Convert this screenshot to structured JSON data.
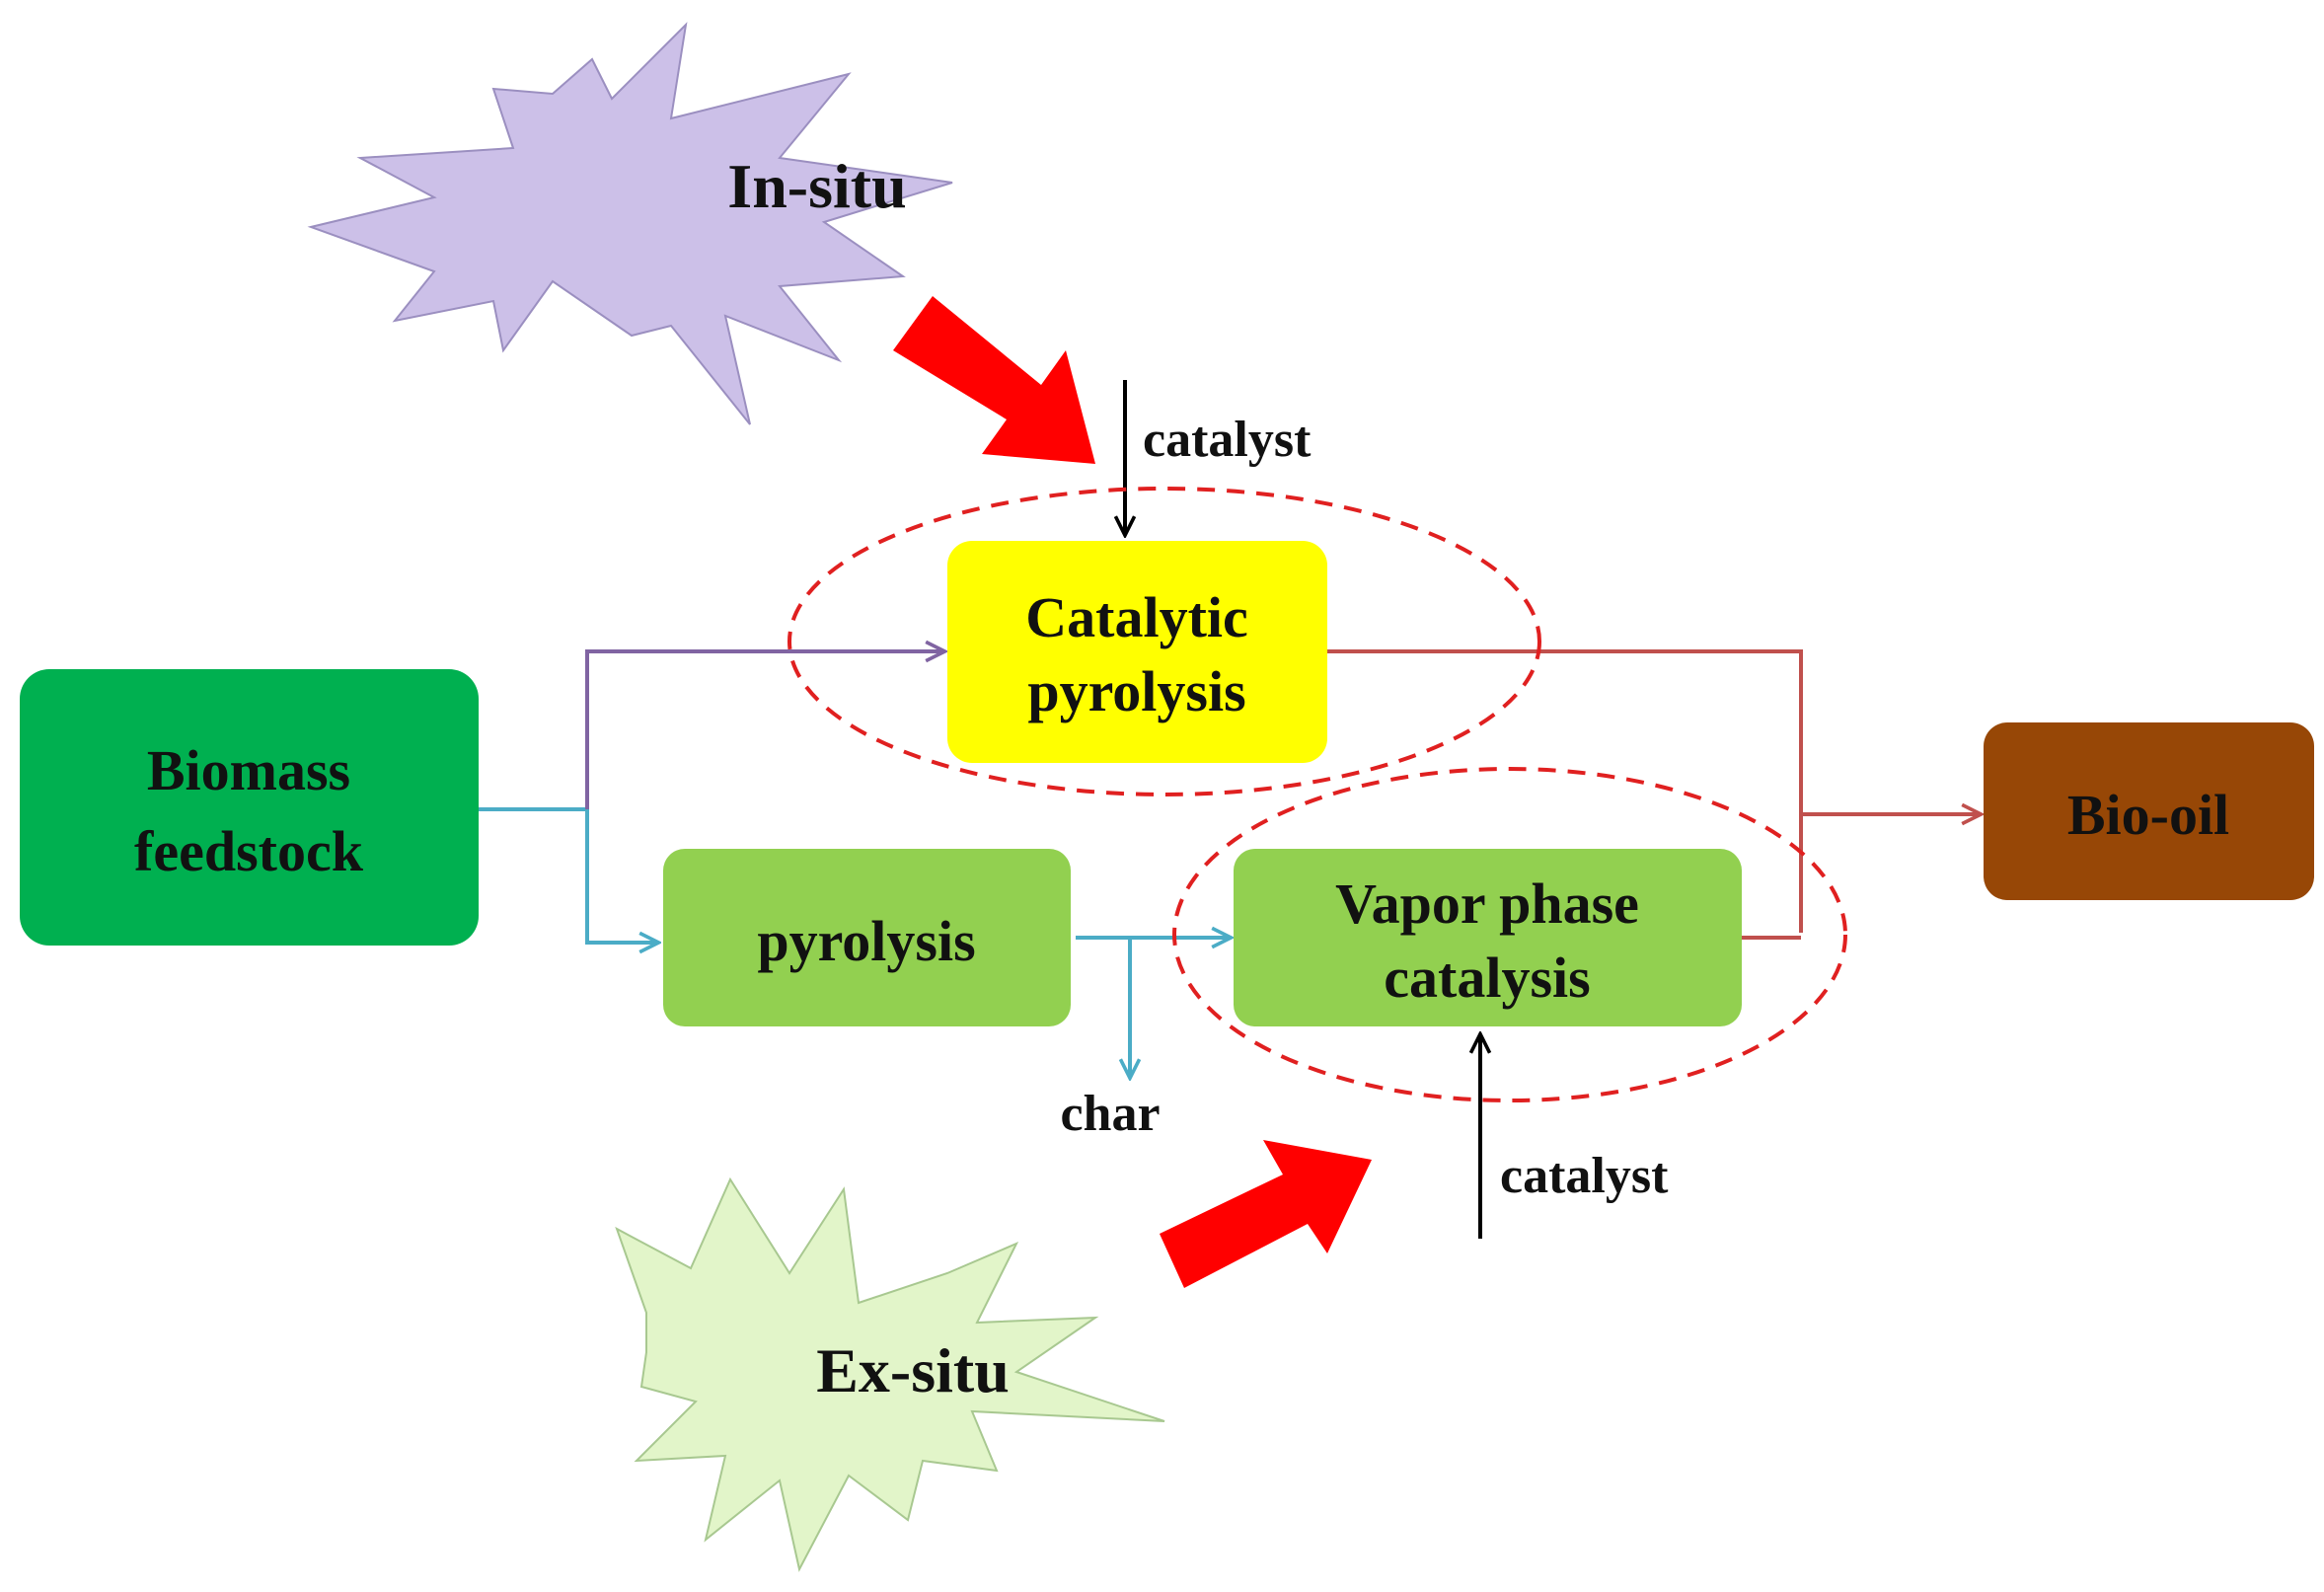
{
  "diagram": {
    "nodes": {
      "biomass": {
        "line1": "Biomass",
        "line2": "feedstock",
        "color": "#00b050"
      },
      "catalytic_pyrolysis": {
        "line1": "Catalytic",
        "line2": "pyrolysis",
        "color": "#ffff00"
      },
      "pyrolysis": {
        "label": "pyrolysis",
        "color": "#92d050"
      },
      "vapor_phase": {
        "line1": "Vapor phase",
        "line2": "catalysis",
        "color": "#92d050"
      },
      "bio_oil": {
        "label": "Bio-oil",
        "color": "#974706"
      }
    },
    "bursts": {
      "in_situ": {
        "label": "In-situ",
        "color": "#ccc0e8"
      },
      "ex_situ": {
        "label": "Ex-situ",
        "color": "#e2f5c9"
      }
    },
    "labels": {
      "catalyst_top": "catalyst",
      "catalyst_bottom": "catalyst",
      "char": "char"
    },
    "colors": {
      "purple_arrow": "#8064a2",
      "blue_arrow": "#4bacc6",
      "red_arrow": "#c0504d",
      "highlight_arrow": "#ff0000",
      "dashed_ellipse": "#e02020"
    }
  }
}
